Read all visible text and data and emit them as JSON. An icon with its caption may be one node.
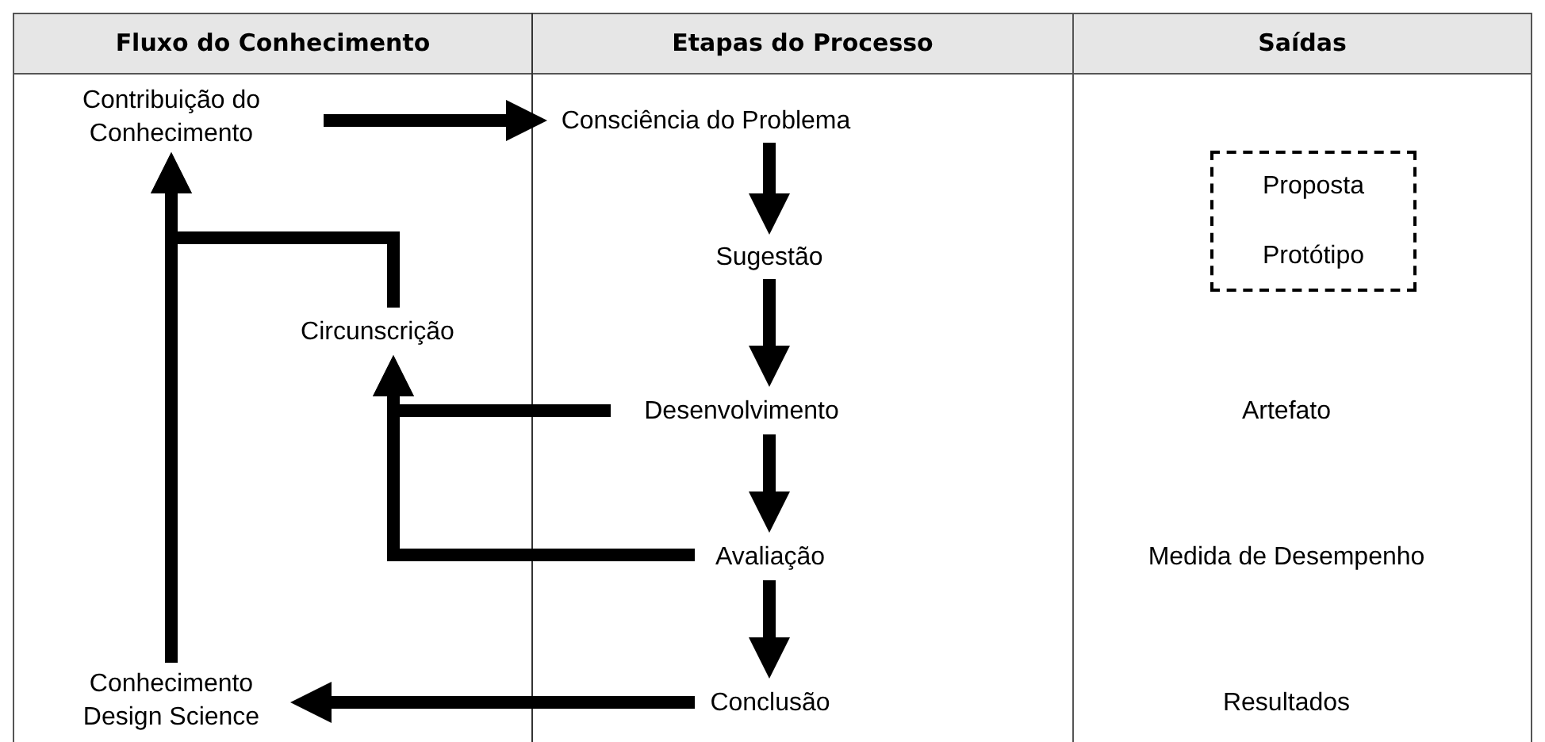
{
  "diagram": {
    "nodes": [
      {
        "text": [
          "Contribuição do Conhecimento"
        ]
      },
      {
        "text": [
          "Circunscrição"
        ]
      },
      {
        "text": [
          "Conhecimento Design Science"
        ]
      },
      {
        "text": [
          "Consciência do Problema"
        ]
      },
      {
        "text": [
          "Sugestão"
        ]
      },
      {
        "text": [
          "Desenvolvimento"
        ]
      },
      {
        "text": [
          "Avaliação"
        ]
      },
      {
        "text": [
          "Conclusão"
        ]
      },
      {
        "text": [
          "Proposta",
          "Protótipo"
        ]
      }
    ],
    "edges": [
      {
        "from": 0,
        "to": 3,
        "arrow": "to"
      },
      {
        "from": 3,
        "to": 4,
        "arrow": "to"
      },
      {
        "from": 4,
        "to": 5,
        "arrow": "to"
      },
      {
        "from": 5,
        "to": 6,
        "arrow": "to"
      },
      {
        "from": 6,
        "to": 7,
        "arrow": "to"
      },
      {
        "from": 7,
        "to": 2,
        "arrow": "to"
      },
      {
        "from": 5,
        "to": 1,
        "arrow": "to"
      },
      {
        "from": 6,
        "to": 1,
        "arrow": "to"
      },
      {
        "from": 1,
        "to": 0,
        "arrow": "to"
      },
      {
        "from": 2,
        "to": 0,
        "arrow": "to"
      }
    ],
    "labels": [
      "Fluxo do Conhecimento",
      "Etapas do Processo",
      "Saídas",
      "Artefato",
      "Medida de Desempenho",
      "Resultados"
    ]
  }
}
